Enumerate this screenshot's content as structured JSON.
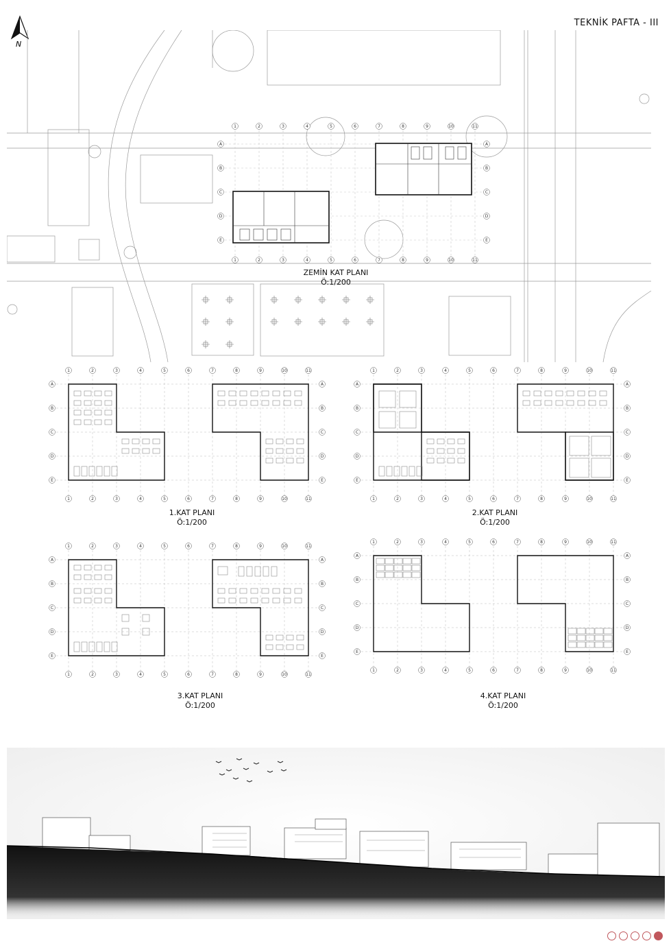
{
  "sheet": {
    "title": "TEKNİK PAFTA - III"
  },
  "north": {
    "letter": "N"
  },
  "grid": {
    "columns": [
      "1",
      "2",
      "3",
      "4",
      "5",
      "6",
      "7",
      "8",
      "9",
      "10",
      "11"
    ],
    "rows": [
      "A",
      "B",
      "C",
      "D",
      "E"
    ]
  },
  "site_plan": {
    "title": "ZEMİN KAT PLANI",
    "scale": "Ö:1/200"
  },
  "plans": [
    {
      "title": "1.KAT PLANI",
      "scale": "Ö:1/200"
    },
    {
      "title": "2.KAT PLANI",
      "scale": "Ö:1/200"
    },
    {
      "title": "3.KAT PLANI",
      "scale": "Ö:1/200"
    },
    {
      "title": "4.KAT PLANI",
      "scale": "Ö:1/200"
    }
  ],
  "pagination": {
    "total": 5,
    "current": 5
  },
  "colors": {
    "accent": "#c0575c",
    "line": "#555555",
    "wall": "#111111"
  }
}
